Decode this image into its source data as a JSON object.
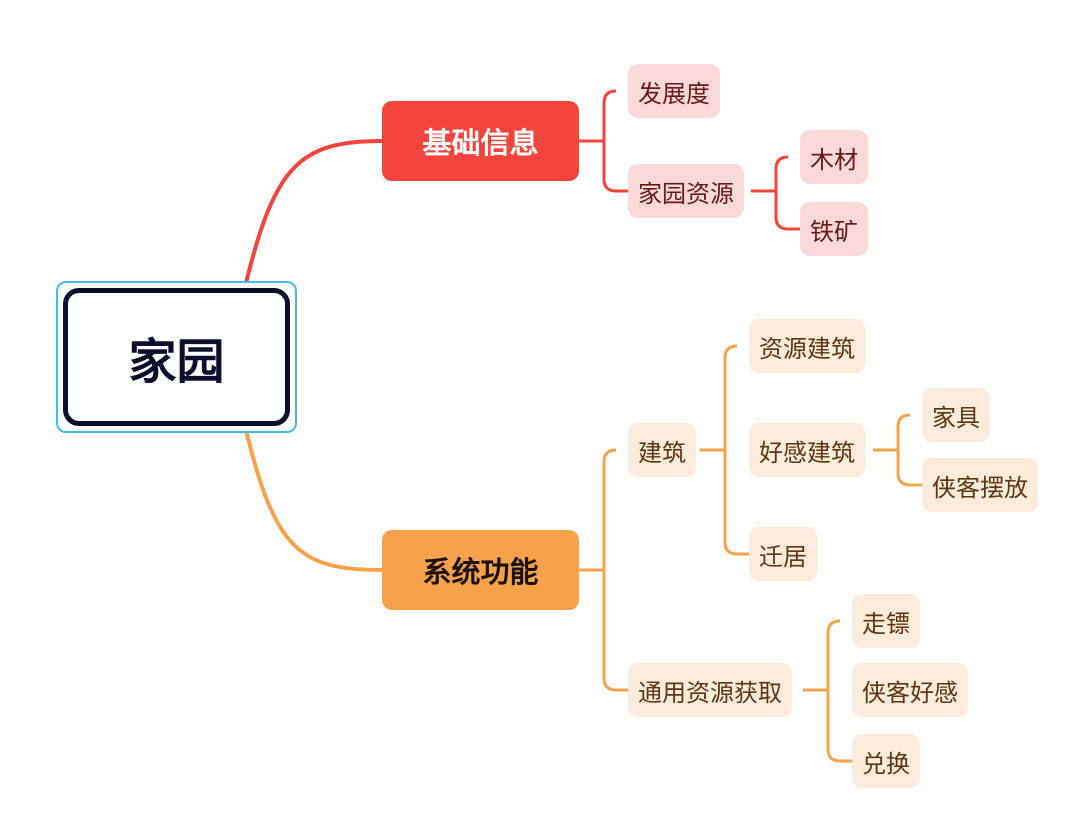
{
  "root": {
    "label": "家园"
  },
  "branches": {
    "basic": {
      "label": "基础信息",
      "color": "#f4453d",
      "children": {
        "development": "发展度",
        "resources": {
          "label": "家园资源",
          "children": [
            "木材",
            "铁矿"
          ]
        }
      }
    },
    "system": {
      "label": "系统功能",
      "color": "#f5a24b",
      "children": {
        "building": {
          "label": "建筑",
          "children": {
            "resource_building": "资源建筑",
            "favor_building": {
              "label": "好感建筑",
              "children": [
                "家具",
                "侠客摆放"
              ]
            },
            "relocate": "迁居"
          }
        },
        "resource_gain": {
          "label": "通用资源获取",
          "children": [
            "走镖",
            "侠客好感",
            "兑换"
          ]
        }
      }
    }
  }
}
